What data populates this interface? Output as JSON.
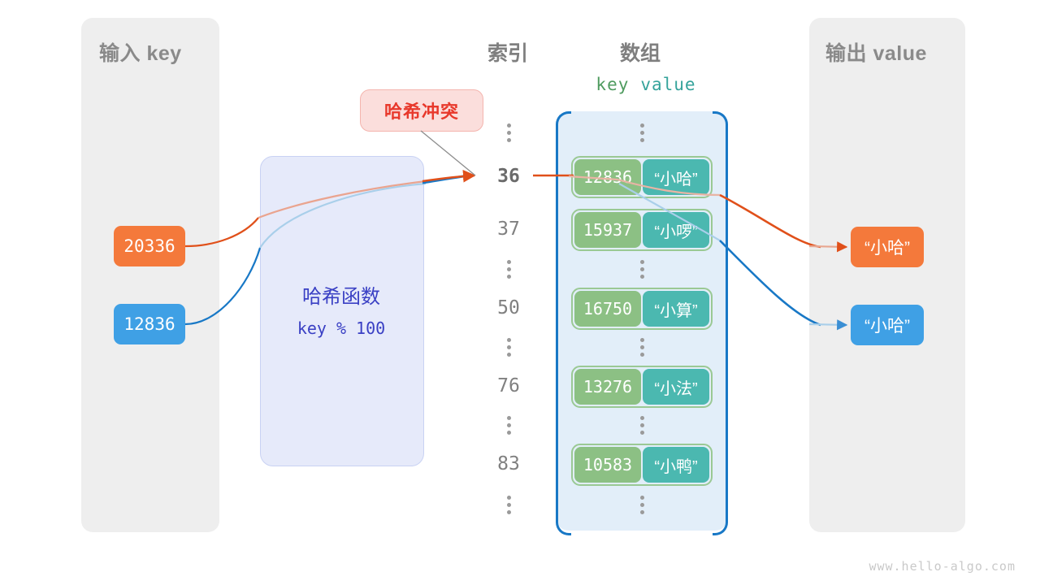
{
  "panels": {
    "input_title": "输入 key",
    "output_title": "输出 value"
  },
  "columns": {
    "index_title": "索引",
    "array_title": "数组",
    "key_header": "key",
    "value_header": "value"
  },
  "hash_function": {
    "name": "哈希函数",
    "formula": "key % 100"
  },
  "collision": {
    "label": "哈希冲突"
  },
  "input_keys": [
    {
      "value": "20336",
      "color": "#f4793b"
    },
    {
      "value": "12836",
      "color": "#3fa0e5"
    }
  ],
  "output_values": [
    {
      "value": "“小哈”",
      "color": "#f4793b"
    },
    {
      "value": "“小哈”",
      "color": "#3fa0e5"
    }
  ],
  "index_column": [
    "⋮",
    "36",
    "37",
    "⋮",
    "50",
    "⋮",
    "76",
    "⋮",
    "83",
    "⋮"
  ],
  "buckets": [
    {
      "index": "36",
      "key": "12836",
      "value": "“小哈”"
    },
    {
      "index": "37",
      "key": "15937",
      "value": "“小啰”"
    },
    {
      "index": "50",
      "key": "16750",
      "value": "“小算”"
    },
    {
      "index": "76",
      "key": "13276",
      "value": "“小法”"
    },
    {
      "index": "83",
      "key": "10583",
      "value": "“小鸭”"
    }
  ],
  "colors": {
    "panel_bg": "#eeeeee",
    "array_bg": "#e2eef9",
    "array_bracket": "#1878c6",
    "bucket_key": "#8cc084",
    "bucket_value": "#4bb8b0",
    "bucket_border": "#9ac994",
    "hash_bg": "#e6eafa",
    "hash_text": "#3a40c4",
    "collision_bg": "#fbdedc",
    "collision_text": "#e8392c",
    "orange": "#f4793b",
    "blue": "#3fa0e5",
    "arrow_orange": "#e0501a",
    "arrow_blue": "#1878c6"
  },
  "watermark": "www.hello-algo.com"
}
